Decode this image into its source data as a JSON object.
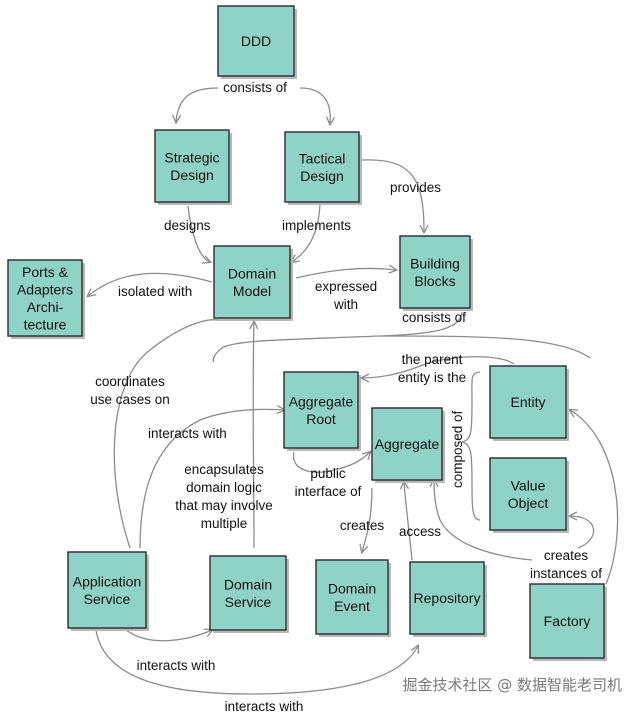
{
  "nodes": {
    "ddd": [
      "DDD"
    ],
    "strategic": [
      "Strategic",
      "Design"
    ],
    "tactical": [
      "Tactical",
      "Design"
    ],
    "domain_model": [
      "Domain",
      "Model"
    ],
    "building_blocks": [
      "Building",
      "Blocks"
    ],
    "ports_adapters": [
      "Ports &",
      "Adapters",
      "Archi-",
      "tecture"
    ],
    "aggregate_root": [
      "Aggregate",
      "Root"
    ],
    "aggregate": [
      "Aggregate"
    ],
    "entity": [
      "Entity"
    ],
    "value_object": [
      "Value",
      "Object"
    ],
    "application_service": [
      "Application",
      "Service"
    ],
    "domain_service": [
      "Domain",
      "Service"
    ],
    "domain_event": [
      "Domain",
      "Event"
    ],
    "repository": [
      "Repository"
    ],
    "factory": [
      "Factory"
    ]
  },
  "labels": {
    "consists_of_top": [
      "consists of"
    ],
    "provides": [
      "provides"
    ],
    "designs": [
      "designs"
    ],
    "implements": [
      "implements"
    ],
    "isolated_with": [
      "isolated with"
    ],
    "expressed_with": [
      "expressed",
      "with"
    ],
    "consists_of_bb": [
      "consists of"
    ],
    "parent_entity": [
      "the parent",
      "entity is the"
    ],
    "coordinates": [
      "coordinates",
      "use cases on"
    ],
    "interacts_root": [
      "interacts with"
    ],
    "composed_of": [
      "composed of"
    ],
    "public_interface": [
      "public",
      "interface of"
    ],
    "encapsulates": [
      "encapsulates",
      "domain logic",
      "that may involve",
      "multiple"
    ],
    "creates_event": [
      "creates"
    ],
    "access": [
      "access"
    ],
    "creates_instances": [
      "creates",
      "instances of"
    ],
    "interacts_service": [
      "interacts with"
    ],
    "interacts_repo": [
      "interacts with"
    ]
  },
  "watermark": "掘金技术社区 @ 数据智能老司机"
}
